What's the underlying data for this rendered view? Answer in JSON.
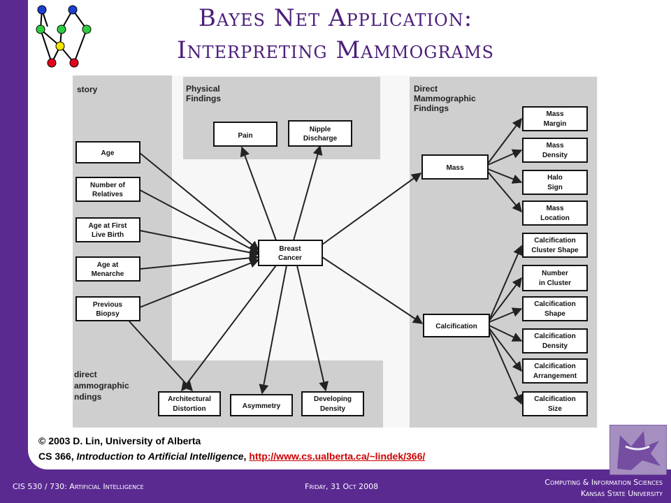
{
  "title": {
    "line1": "Bayes Net Application:",
    "line2": "Interpreting Mammograms"
  },
  "regions": {
    "history": "story",
    "physical": [
      "Physical",
      "Findings"
    ],
    "direct": [
      "Direct",
      "Mammographic",
      "Findings"
    ],
    "indirect": [
      "direct",
      "ammographic",
      "ndings"
    ]
  },
  "nodes": {
    "age": [
      "Age"
    ],
    "relatives": [
      "Number of",
      "Relatives"
    ],
    "first_birth": [
      "Age at First",
      "Live Birth"
    ],
    "menarche": [
      "Age at",
      "Menarche"
    ],
    "biopsy": [
      "Previous",
      "Biopsy"
    ],
    "pain": [
      "Pain"
    ],
    "nipple": [
      "Nipple",
      "Discharge"
    ],
    "cancer": [
      "Breast",
      "Cancer"
    ],
    "mass": [
      "Mass"
    ],
    "calcification": [
      "Calcification"
    ],
    "mass_margin": [
      "Mass",
      "Margin"
    ],
    "mass_density": [
      "Mass",
      "Density"
    ],
    "halo": [
      "Halo",
      "Sign"
    ],
    "mass_location": [
      "Mass",
      "Location"
    ],
    "calc_cluster_shape": [
      "Calcification",
      "Cluster Shape"
    ],
    "calc_number": [
      "Number",
      "in Cluster"
    ],
    "calc_shape": [
      "Calcification",
      "Shape"
    ],
    "calc_density": [
      "Calcification",
      "Density"
    ],
    "calc_arrangement": [
      "Calcification",
      "Arrangement"
    ],
    "calc_size": [
      "Calcification",
      "Size"
    ],
    "arch": [
      "Architectural",
      "Distortion"
    ],
    "asymmetry": [
      "Asymmetry"
    ],
    "dev_density": [
      "Developing",
      "Density"
    ]
  },
  "credit": {
    "copyright": "© 2003 D. Lin, University of Alberta",
    "course_prefix": "CS 366, ",
    "course_title": "Introduction to Artificial Intelligence",
    "course_sep": ", ",
    "url": "http://www.cs.ualberta.ca/~lindek/366/"
  },
  "footer": {
    "left": "CIS 530 / 730: Artificial Intelligence",
    "date": "Friday, 31 Oct 2008",
    "dept": "Computing & Information Sciences",
    "univ": "Kansas State University"
  },
  "colors": {
    "purple": "#5b2a91",
    "title": "#4b1d7a",
    "link": "#cc0000"
  }
}
